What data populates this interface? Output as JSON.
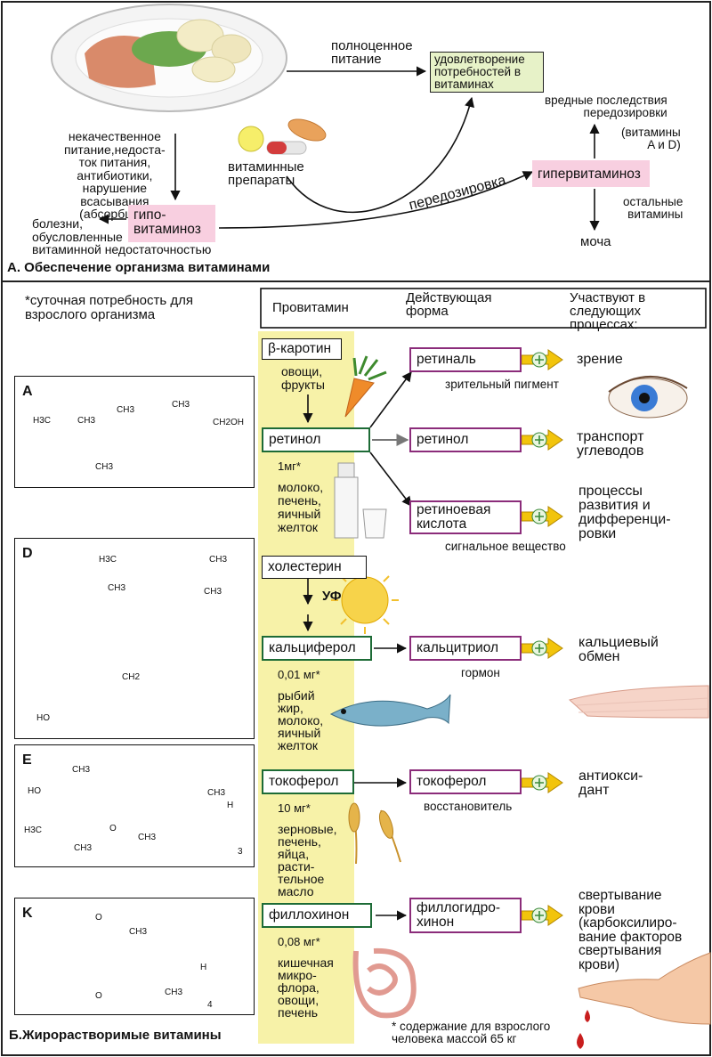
{
  "section_a": {
    "title": "А. Обеспечение организма витаминами",
    "full_nutrition": "полноценное\nпитание",
    "satisfaction": "удовлетворение\nпотребностей в\nвитаминах",
    "poor_nutrition": "некачественное\nпитание,недостa-\nток питания,\nантибиотики,\nнарушение\nвсасывания\n(абсорбции)",
    "hypo": "гипо-\nвитаминоз",
    "deficiency_diseases": "болезни,\nобусловленные\nвитаминной недостаточностью",
    "preparations": "витаминные\nпрепараты",
    "overdose": "передозировка",
    "hyper": "гипервитаминоз",
    "harmful": "вредные последствия\nпередозировки",
    "vitamins_ad": "(витамины\nA и D)",
    "other_vitamins": "остальные\nвитамины",
    "urine": "моча"
  },
  "section_b": {
    "title": "Б.Жирорастворимые витамины",
    "daily_note": "*суточная потребность для\nвзрослого организма",
    "col_provitamin": "Провитамин",
    "col_active": "Действующая\nформа",
    "col_processes": "Участвуют в\nследующих\nпроцессах:",
    "footnote": "* содержание для взрослого\nчеловека массой  65 кг",
    "uv": "УФ"
  },
  "vitamins": {
    "a": {
      "letter": "A",
      "provitamin": "β-каротин",
      "prov_sources": "овощи,\nфрукты",
      "vitamin": "ретинол",
      "dose": "1мг*",
      "sources": "молоко,\nпечень,\nяичный\nжелток",
      "forms": [
        {
          "name": "ретиналь",
          "note": "зрительный пигмент",
          "process": "зрение"
        },
        {
          "name": "ретинол",
          "note": "",
          "process": "транспорт\nуглеводов"
        },
        {
          "name": "ретиноевая\nкислота",
          "note": "сигнальное вещество",
          "process": "процессы\nразвития и\nдифференци-\nровки"
        }
      ],
      "chem": {
        "h3c1": "H3C",
        "ch3_1": "CH3",
        "ch3_2": "CH3",
        "ch3_3": "CH3",
        "ch3_4": "CH3",
        "oh": "CH2OH"
      }
    },
    "d": {
      "letter": "D",
      "provitamin": "холестерин",
      "vitamin": "кальциферол",
      "dose": "0,01 мг*",
      "sources": "рыбий\nжир,\nмолоко,\nяичный\nжелток",
      "form": "кальцитриол",
      "note": "гормон",
      "process": "кальциевый\nобмен",
      "chem": {
        "h3c": "H3C",
        "ch3a": "CH3",
        "ch3b": "CH3",
        "ch3c": "CH3",
        "ch2": "CH2",
        "ho": "HO"
      }
    },
    "e": {
      "letter": "E",
      "vitamin": "токоферол",
      "dose": "10 мг*",
      "sources": "зерновые,\nпечень,\nяйца,\nрасти-\nтельное\nмасло",
      "form": "токоферол",
      "note": "восстановитель",
      "process": "антиокси-\nдант",
      "chem": {
        "ho": "HO",
        "ch3a": "CH3",
        "ch3b": "CH3",
        "h3c": "H3C",
        "o": "O",
        "ch3c": "CH3",
        "ch3d": "CH3",
        "h": "H",
        "n": "3"
      }
    },
    "k": {
      "letter": "K",
      "vitamin": "филлохинон",
      "dose": "0,08 мг*",
      "sources": "кишечная\nмикро-\nфлора,\nовощи,\nпечень",
      "form": "филлогидро-\nхинон",
      "process": "свертывание\nкрови\n(карбоксилиро-\nвание факторов\nсвертывания\nкрови)",
      "chem": {
        "o1": "O",
        "o2": "O",
        "ch3a": "CH3",
        "ch3b": "CH3",
        "h": "H",
        "n": "4"
      }
    }
  },
  "colors": {
    "yellow_column": "#f7f2a8",
    "pink_box": "#f8cfe0",
    "green_box": "#e7f2c8",
    "green_border": "#1d6b36",
    "purple_border": "#8b2c7a",
    "arrow_yellow": "#f2c40c"
  }
}
